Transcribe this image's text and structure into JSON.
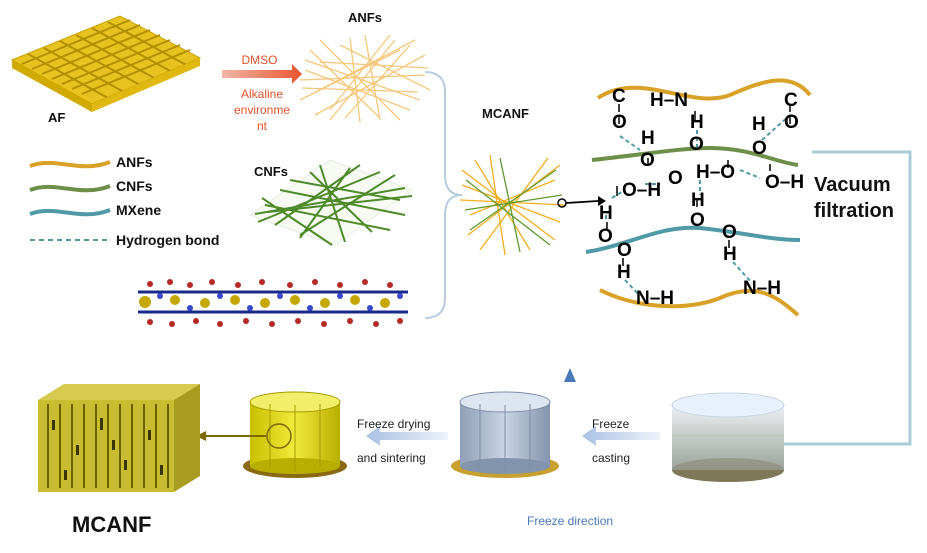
{
  "labels": {
    "af": "AF",
    "anfs_top": "ANFs",
    "dmso": "DMSO",
    "alkaline": [
      "Alkaline",
      "environme",
      "nt"
    ],
    "cnfs": "CNFs",
    "mcanf_top": "MCANF",
    "vacuum": [
      "Vacuum",
      "filtration"
    ],
    "freeze_drying": [
      "Freeze drying",
      "and sintering"
    ],
    "freeze_casting": [
      "Freeze",
      "casting"
    ],
    "freeze_direction": "Freeze direction",
    "mcanf_bottom": "MCANF"
  },
  "legend": [
    {
      "label": "ANFs",
      "color": "#d9a128",
      "style": "wave"
    },
    {
      "label": "CNFs",
      "color": "#6e8f4a",
      "style": "wave"
    },
    {
      "label": "MXene",
      "color": "#4f9aa6",
      "style": "wave"
    },
    {
      "label": "Hydrogen bond",
      "color": "#4f9aa6",
      "style": "dashed"
    }
  ],
  "chem": {
    "atoms": [
      {
        "t": "C"
      },
      {
        "t": "O"
      },
      {
        "t": "H"
      },
      {
        "t": "O"
      },
      {
        "t": "H–N"
      },
      {
        "t": "H"
      },
      {
        "t": "O"
      },
      {
        "t": "C"
      },
      {
        "t": "O"
      },
      {
        "t": "H"
      },
      {
        "t": "O"
      },
      {
        "t": "O–H"
      },
      {
        "t": "O"
      },
      {
        "t": "H–O"
      },
      {
        "t": "O–H"
      },
      {
        "t": "H"
      },
      {
        "t": "O"
      },
      {
        "t": "H"
      },
      {
        "t": "O"
      },
      {
        "t": "O"
      },
      {
        "t": "H"
      },
      {
        "t": "O"
      },
      {
        "t": "H"
      },
      {
        "t": "N–H"
      },
      {
        "t": "N–H"
      }
    ]
  },
  "colors": {
    "anf": "#d9a128",
    "cnf": "#6e8f4a",
    "mxene": "#4f9aa6",
    "hbond": "#4f9aa6",
    "connector": "#a8cdd6",
    "arrow": "#b5cbe6"
  }
}
